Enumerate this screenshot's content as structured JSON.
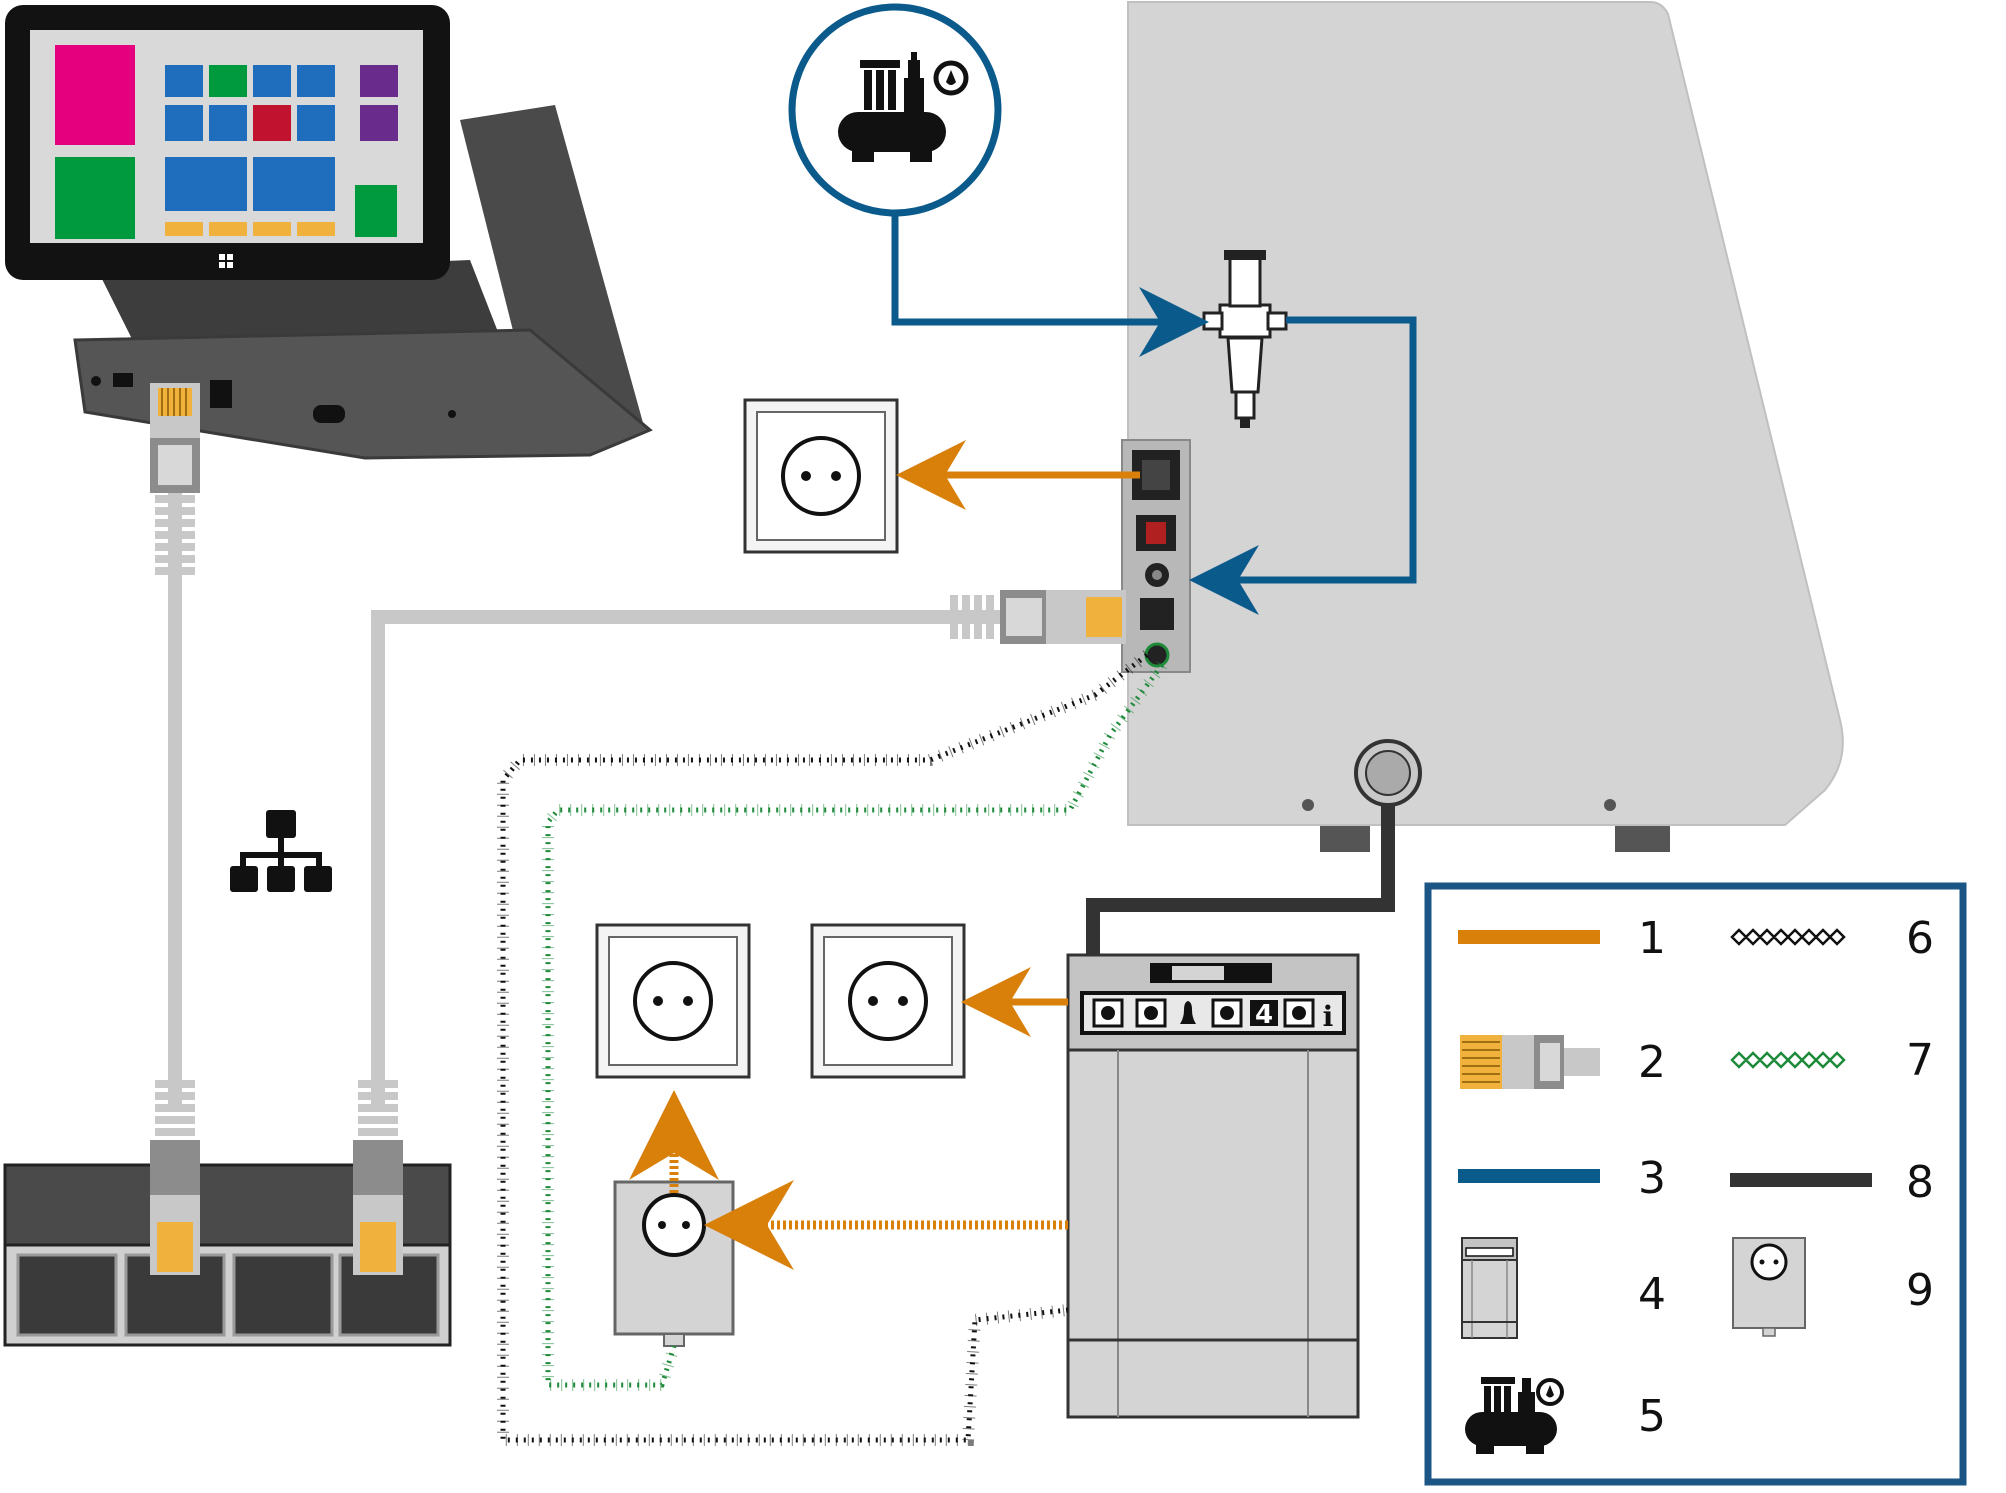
{
  "colors": {
    "power": "#d9800b",
    "network": "#c8c8c8",
    "air": "#0b5a8c",
    "hose": "#333333",
    "signal_black": "#111111",
    "signal_green": "#1f8a3a",
    "legend_border": "#1a5585",
    "machine": "#d4d4d4"
  },
  "panel": {
    "display_digit": "4",
    "info_glyph": "i"
  },
  "legend": {
    "items": [
      {
        "number": "1",
        "symbol": "orange-power-line-icon"
      },
      {
        "number": "2",
        "symbol": "network-plug-icon"
      },
      {
        "number": "3",
        "symbol": "blue-air-line-icon"
      },
      {
        "number": "4",
        "symbol": "vacuum-unit-icon"
      },
      {
        "number": "5",
        "symbol": "air-compressor-icon"
      },
      {
        "number": "6",
        "symbol": "black-signal-cable-icon"
      },
      {
        "number": "7",
        "symbol": "green-signal-cable-icon"
      },
      {
        "number": "8",
        "symbol": "dark-hose-line-icon"
      },
      {
        "number": "9",
        "symbol": "plug-adapter-icon"
      }
    ]
  }
}
